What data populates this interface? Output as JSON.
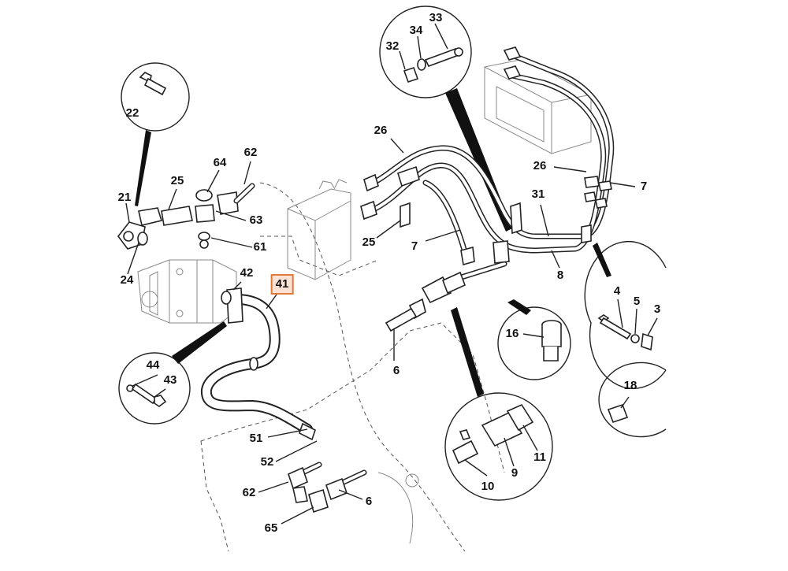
{
  "callouts": [
    {
      "id": "c22",
      "text": "22"
    },
    {
      "id": "c21",
      "text": "21"
    },
    {
      "id": "c25a",
      "text": "25"
    },
    {
      "id": "c64",
      "text": "64"
    },
    {
      "id": "c62a",
      "text": "62"
    },
    {
      "id": "c63",
      "text": "63"
    },
    {
      "id": "c61",
      "text": "61"
    },
    {
      "id": "c24",
      "text": "24"
    },
    {
      "id": "c42",
      "text": "42"
    },
    {
      "id": "c41",
      "text": "41",
      "highlighted": true
    },
    {
      "id": "c44",
      "text": "44"
    },
    {
      "id": "c43",
      "text": "43"
    },
    {
      "id": "c51",
      "text": "51"
    },
    {
      "id": "c52",
      "text": "52"
    },
    {
      "id": "c62b",
      "text": "62"
    },
    {
      "id": "c65",
      "text": "65"
    },
    {
      "id": "c6b",
      "text": "6"
    },
    {
      "id": "c6a",
      "text": "6"
    },
    {
      "id": "c32",
      "text": "32"
    },
    {
      "id": "c34",
      "text": "34"
    },
    {
      "id": "c33",
      "text": "33"
    },
    {
      "id": "c26a",
      "text": "26"
    },
    {
      "id": "c25b",
      "text": "25"
    },
    {
      "id": "c7a",
      "text": "7"
    },
    {
      "id": "c26b",
      "text": "26"
    },
    {
      "id": "c7b",
      "text": "7"
    },
    {
      "id": "c31",
      "text": "31"
    },
    {
      "id": "c8",
      "text": "8"
    },
    {
      "id": "c16",
      "text": "16"
    },
    {
      "id": "c4",
      "text": "4"
    },
    {
      "id": "c5",
      "text": "5"
    },
    {
      "id": "c3",
      "text": "3"
    },
    {
      "id": "c18",
      "text": "18"
    },
    {
      "id": "c10",
      "text": "10"
    },
    {
      "id": "c9",
      "text": "9"
    },
    {
      "id": "c11",
      "text": "11"
    }
  ],
  "colors": {
    "line": "#222222",
    "highlight_fill": "#fbe2d4",
    "highlight_border": "#e07a3a",
    "background": "#ffffff"
  }
}
